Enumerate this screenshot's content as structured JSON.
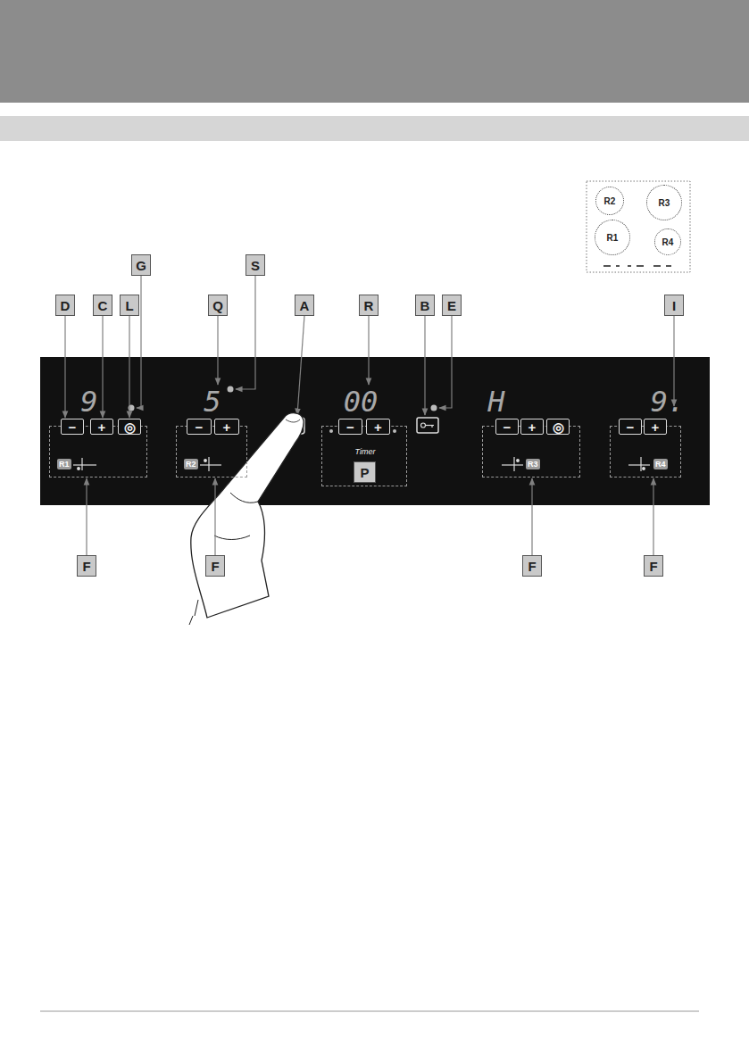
{
  "diagram": {
    "nodes": [
      {
        "text": [
          "G"
        ]
      },
      {
        "text": [
          "S"
        ]
      },
      {
        "text": [
          "D"
        ]
      },
      {
        "text": [
          "C"
        ]
      },
      {
        "text": [
          "L"
        ]
      },
      {
        "text": [
          "Q"
        ]
      },
      {
        "text": [
          "A"
        ]
      },
      {
        "text": [
          "R"
        ]
      },
      {
        "text": [
          "B"
        ]
      },
      {
        "text": [
          "E"
        ]
      },
      {
        "text": [
          "I"
        ]
      },
      {
        "text": [
          "R1"
        ]
      },
      {
        "text": [
          "−"
        ],
        "in": 11
      },
      {
        "text": [
          "+"
        ],
        "in": 11
      },
      {
        "text": [
          "◎"
        ],
        "in": 11
      },
      {
        "text": [
          "R2"
        ]
      },
      {
        "text": [
          "−"
        ],
        "in": 15
      },
      {
        "text": [
          "+"
        ],
        "in": 15
      },
      {
        "text": [
          "Timer"
        ]
      },
      {
        "text": [
          "−"
        ],
        "in": 18
      },
      {
        "text": [
          "+"
        ],
        "in": 18
      },
      {
        "text": [
          "P"
        ],
        "in": 18
      },
      {
        "text": [
          "R3"
        ]
      },
      {
        "text": [
          "−"
        ],
        "in": 22
      },
      {
        "text": [
          "+"
        ],
        "in": 22
      },
      {
        "text": [
          "◎"
        ],
        "in": 22
      },
      {
        "text": [
          "R4"
        ]
      },
      {
        "text": [
          "−"
        ],
        "in": 26
      },
      {
        "text": [
          "+"
        ],
        "in": 26
      },
      {
        "text": [
          "F"
        ]
      },
      {
        "text": [
          "F"
        ]
      },
      {
        "text": [
          "F"
        ]
      },
      {
        "text": [
          "F"
        ]
      },
      {
        "text": [
          "R2"
        ]
      },
      {
        "text": [
          "R3"
        ]
      },
      {
        "text": [
          "R1"
        ]
      },
      {
        "text": [
          "R4"
        ]
      }
    ],
    "edges": [
      {
        "from": 2,
        "to": 12,
        "arrow": "to"
      },
      {
        "from": 3,
        "to": 13,
        "arrow": "to"
      },
      {
        "from": 4,
        "to": 14,
        "arrow": "to"
      },
      {
        "from": 29,
        "to": 11,
        "arrow": "to"
      },
      {
        "from": 30,
        "to": 15,
        "arrow": "to"
      },
      {
        "from": 31,
        "to": 22,
        "arrow": "to"
      },
      {
        "from": 32,
        "to": 26,
        "arrow": "to"
      }
    ],
    "labels": [
      "9",
      "5",
      "00",
      "H",
      "9."
    ]
  }
}
